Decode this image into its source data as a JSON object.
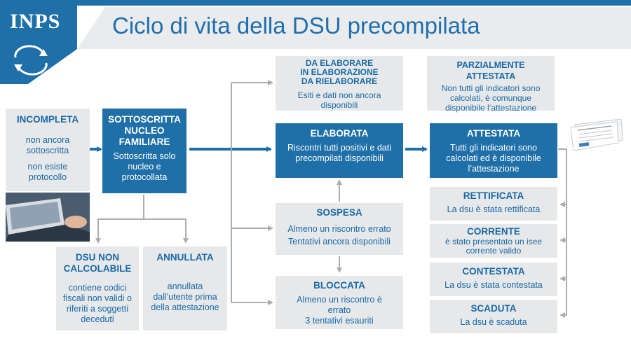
{
  "header": {
    "logo_text": "INPS",
    "title": "Ciclo di vita della DSU precompilata"
  },
  "boxes": {
    "incompleta": {
      "title": "INCOMPLETA",
      "lines": [
        "non ancora sottoscritta",
        "non esiste protocollo"
      ]
    },
    "sottoscritta": {
      "title": "SOTTOSCRITTA NUCLEO FAMILIARE",
      "lines": [
        "Sottoscritta solo nucleo e protocollata"
      ]
    },
    "non_calcolabile": {
      "title": "DSU NON CALCOLABILE",
      "lines": [
        "contiene codici fiscali non validi o riferiti a soggetti deceduti"
      ]
    },
    "annullata": {
      "title": "ANNULLATA",
      "lines": [
        "annullata dall'utente prima della attestazione"
      ]
    },
    "da_elaborare": {
      "title_lines": [
        "DA ELABORARE",
        "IN ELABORAZIONE",
        "DA RIELABORARE"
      ],
      "lines": [
        "Esiti e dati non ancora disponibili"
      ]
    },
    "elaborata": {
      "title": "ELABORATA",
      "lines": [
        "Riscontri tutti positivi e dati precompilati disponibili"
      ]
    },
    "sospesa": {
      "title": "SOSPESA",
      "lines": [
        "Almeno un riscontro errato",
        "Tentativi ancora disponibili"
      ]
    },
    "bloccata": {
      "title": "BLOCCATA",
      "lines": [
        "Almeno un riscontro è errato",
        "3 tentativi esauriti"
      ]
    },
    "parzialmente": {
      "title": "PARZIALMENTE ATTESTATA",
      "lines": [
        "Non tutti gli indicatori sono calcolati, è comunque disponibile l’attestazione"
      ]
    },
    "attestata": {
      "title": "ATTESTATA",
      "lines": [
        "Tutti gli indicatori sono calcolati ed è disponibile l’attestazione"
      ]
    },
    "rettificata": {
      "title": "RETTIFICATA",
      "lines": [
        "La dsu è stata rettificata"
      ]
    },
    "corrente": {
      "title": "CORRENTE",
      "lines": [
        "è stato presentato un isee corrente valido"
      ]
    },
    "contestata": {
      "title": "CONTESTATA",
      "lines": [
        "La dsu è stata contestata"
      ]
    },
    "scaduta": {
      "title": "SCADUTA",
      "lines": [
        "La dsu è scaduta"
      ]
    }
  },
  "colors": {
    "brand_blue": "#1f6fa8",
    "grey_box": "#e6e8ea",
    "arrow_grey": "#a9aeb3"
  }
}
